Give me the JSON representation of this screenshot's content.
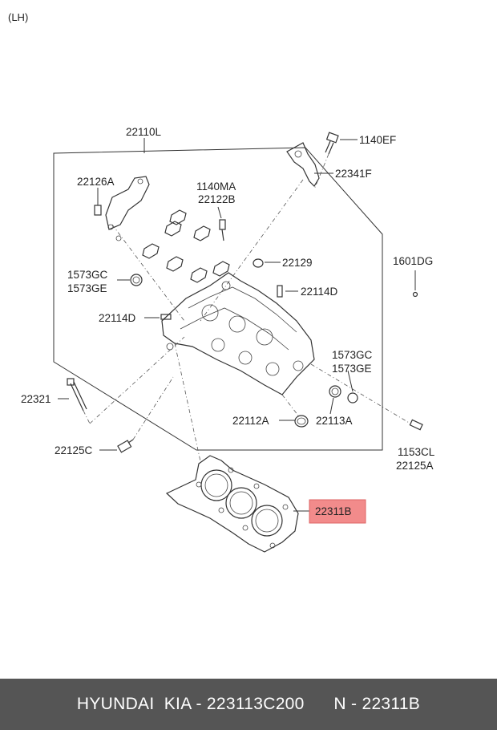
{
  "side_label": "(LH)",
  "labels": {
    "head_assy": "22110L",
    "bolt_top": "1140EF",
    "bracket": "22341F",
    "rocker_bracket": "22126A",
    "cap_bolt_1": "1140MA",
    "cap_bolt_2": "22122B",
    "plug": "22129",
    "plug_right": "1601DG",
    "seal_left_1": "1573GC",
    "seal_left_2": "1573GE",
    "pin_right": "22114D",
    "pin_left": "22114D",
    "seal_right_1": "1573GC",
    "seal_right_2": "1573GE",
    "stud": "22321",
    "seal_a": "22112A",
    "seal_b": "22113A",
    "bolt_bottom": "22125C",
    "bolt_right_1": "1153CL",
    "bolt_right_2": "22125A",
    "gasket": "22311B"
  },
  "highlight_color": "#f28b8b",
  "footer": "HYUNDAI  KIA - 223113C200      N - 22311B"
}
